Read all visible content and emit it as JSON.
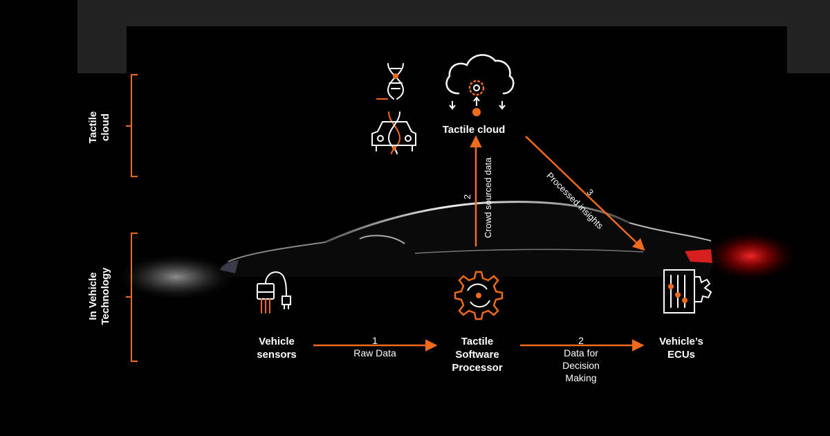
{
  "sections": {
    "cloud_label_line1": "Tactile",
    "cloud_label_line2": "cloud",
    "vehicle_label_line1": "In Vehicle",
    "vehicle_label_line2": "Technology"
  },
  "nodes": {
    "cloud": "Tactile cloud",
    "sensors_line1": "Vehicle",
    "sensors_line2": "sensors",
    "processor_line1": "Tactile",
    "processor_line2": "Software",
    "processor_line3": "Processor",
    "ecus_line1": "Vehicle’s",
    "ecus_line2": "ECUs"
  },
  "edges": {
    "raw_number": "1",
    "raw_label": "Raw Data",
    "decision_number": "2",
    "decision_line1": "Data for",
    "decision_line2": "Decision",
    "decision_line3": "Making",
    "crowd_number": "2",
    "crowd_label": "Crowd sourced data",
    "insights_number": "3",
    "insights_label": "Processed insights"
  },
  "colors": {
    "accent": "#f26b1d",
    "icon_white": "#ffffff",
    "background": "#000000"
  },
  "icons": [
    "dna-icon",
    "car-dna-icon",
    "cloud-gear-icon",
    "sensor-plug-icon",
    "processor-gear-icon",
    "ecu-gear-icon"
  ]
}
